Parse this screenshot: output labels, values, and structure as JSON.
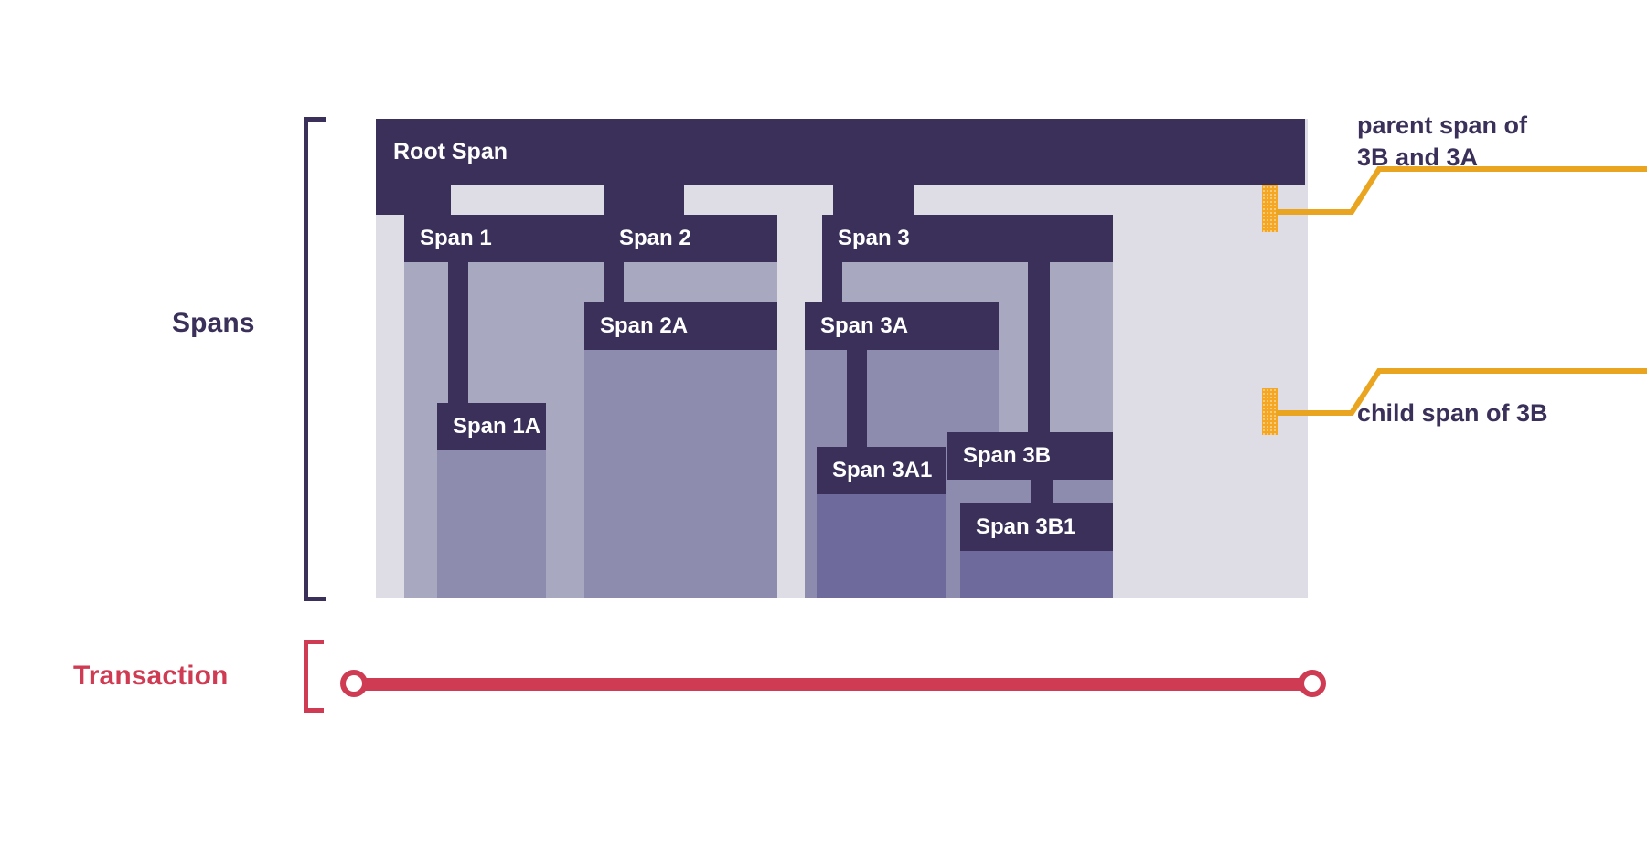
{
  "diagram": {
    "title": "Spans and Transaction",
    "colors": {
      "dark_purple": "#3a3059",
      "container_bg": "#dedde6",
      "level1_body": "#a9a8c1",
      "level2_body": "#8e8cae",
      "level3_body": "#6e6a9b",
      "accent_orange": "#f5a623",
      "transaction_red": "#cf3b52"
    }
  },
  "labels": {
    "spans": "Spans",
    "transaction": "Transaction"
  },
  "spans": {
    "root": {
      "label": "Root Span"
    },
    "s1": {
      "label": "Span 1"
    },
    "s1a": {
      "label": "Span 1A"
    },
    "s2": {
      "label": "Span 2"
    },
    "s2a": {
      "label": "Span 2A"
    },
    "s3": {
      "label": "Span 3"
    },
    "s3a": {
      "label": "Span 3A"
    },
    "s3a1": {
      "label": "Span 3A1"
    },
    "s3b": {
      "label": "Span 3B"
    },
    "s3b1": {
      "label": "Span 3B1"
    }
  },
  "callouts": {
    "parent": "parent span of\n3B and 3A",
    "child": "child span of 3B"
  }
}
